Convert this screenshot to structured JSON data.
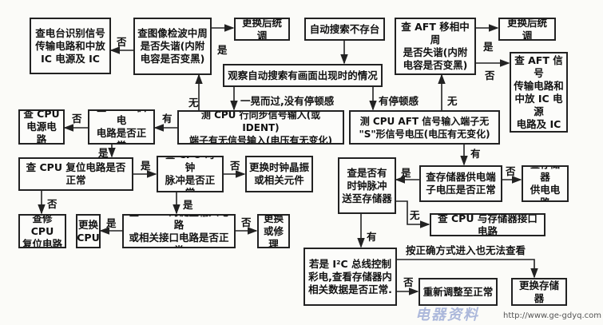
{
  "boxes": {
    "b1": "查电台识别信号\n传输电路和中放\nIC 电源及 IC",
    "b2": "查图像检波中周\n是否失谐(内附\n电容是否变黑)",
    "b3": "更换后统调",
    "b4": "自动搜索不存台",
    "b5": "观察自动搜索有画面出现时的情况",
    "b6": "查 AFT 移相中周\n是否失谐(内附\n电容是否变黑)",
    "b7": "更换后统调",
    "b8": "查 AFT 信号\n传输电路和\n中放 IC 电源\n电路及 IC",
    "b9": "测 CPU 行同步信号输入(或 IDENT)\n端子有无信号输入(电压有无变化)",
    "b10": "测 CPU  AFT 信号输入端子无\n\"S\"形信号电压(电压有无变化)",
    "b11": "查 CPU\n电源电路",
    "b12": "查 CPU 供电\n电路是否正常",
    "b13": "查 CPU 复位电路是否正常",
    "b14": "查 CPU 时钟\n脉冲是否正常",
    "b15": "更换时钟晶振\n或相关元件",
    "b16": "查修 CPU\n复位电路",
    "b17": "更换\nCPU",
    "b18": "查 CPU 的键盘输入电路\n或相关接口电路是否正常",
    "b19": "更换\n或修理",
    "b20": "查是否有\n时钟脉冲\n送至存储器",
    "b21": "查存储器供电端\n子电压是否正常",
    "b22": "查存储器\n供电电路",
    "b23": "查 CPU 与存储器接口电路",
    "b24": "若是 I²C 总线控制\n彩电,查看存储器内\n相关数据是否正常.",
    "b25": "重新调整至正常",
    "b26": "更换存储器"
  },
  "labels": {
    "yes": "是",
    "no": "否",
    "has": "有",
    "none": "无",
    "flash": "一晃而过,没有停顿感",
    "pause": "有停顿感",
    "cannot": "按正确方式进入也无法查看"
  },
  "watermark": {
    "text": "电器资料",
    "url": "http://www.ge-gdyq.com"
  }
}
